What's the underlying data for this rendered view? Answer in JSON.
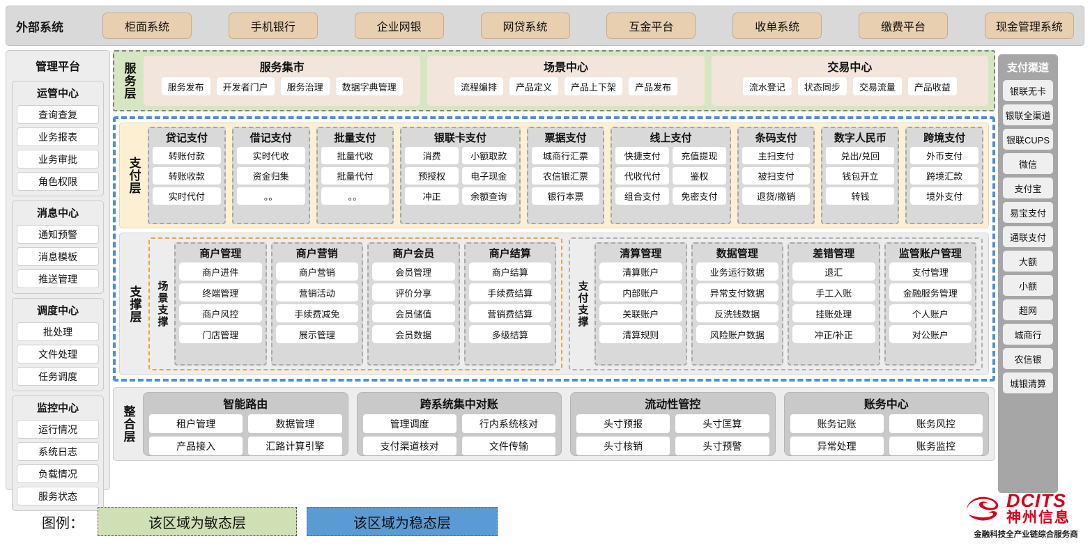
{
  "external": {
    "title": "外部系统",
    "items": [
      "柜面系统",
      "手机银行",
      "企业网银",
      "网贷系统",
      "互金平台",
      "收单系统",
      "缴费平台",
      "现金管理系统"
    ]
  },
  "admin": {
    "title": "管理平台",
    "groups": [
      {
        "title": "运管中心",
        "items": [
          "查询查复",
          "业务报表",
          "业务审批",
          "角色权限"
        ]
      },
      {
        "title": "消息中心",
        "items": [
          "通知预警",
          "消息模板",
          "推送管理"
        ]
      },
      {
        "title": "调度中心",
        "items": [
          "批处理",
          "文件处理",
          "任务调度"
        ]
      },
      {
        "title": "监控中心",
        "items": [
          "运行情况",
          "系统日志",
          "负载情况",
          "服务状态"
        ]
      }
    ]
  },
  "channels": {
    "title": "支付渠道",
    "items": [
      "银联无卡",
      "银联全渠道",
      "银联CUPS",
      "微信",
      "支付宝",
      "易宝支付",
      "通联支付",
      "大额",
      "小额",
      "超网",
      "城商行",
      "农信银",
      "城银清算"
    ]
  },
  "service_layer": {
    "label": "服务层",
    "groups": [
      {
        "title": "服务集市",
        "items": [
          "服务发布",
          "开发者门户",
          "服务治理",
          "数据字典管理"
        ]
      },
      {
        "title": "场景中心",
        "items": [
          "流程编排",
          "产品定义",
          "产品上下架",
          "产品发布"
        ]
      },
      {
        "title": "交易中心",
        "items": [
          "流水登记",
          "状态同步",
          "交易流量",
          "产品收益"
        ]
      }
    ]
  },
  "payment_layer": {
    "label": "支付层",
    "groups": [
      {
        "title": "贷记支付",
        "cols": 1,
        "rows": [
          [
            "转账付款"
          ],
          [
            "转账收款"
          ],
          [
            "实时代付"
          ]
        ]
      },
      {
        "title": "借记支付",
        "cols": 1,
        "rows": [
          [
            "实时代收"
          ],
          [
            "资金归集"
          ],
          [
            "。。"
          ]
        ]
      },
      {
        "title": "批量支付",
        "cols": 1,
        "rows": [
          [
            "批量代收"
          ],
          [
            "批量代付"
          ],
          [
            "。。"
          ]
        ]
      },
      {
        "title": "银联卡支付",
        "cols": 2,
        "rows": [
          [
            "消费",
            "小额取款"
          ],
          [
            "预授权",
            "电子现金"
          ],
          [
            "冲正",
            "余额查询"
          ]
        ]
      },
      {
        "title": "票据支付",
        "cols": 1,
        "rows": [
          [
            "城商行汇票"
          ],
          [
            "农信银汇票"
          ],
          [
            "银行本票"
          ]
        ]
      },
      {
        "title": "线上支付",
        "cols": 2,
        "rows": [
          [
            "快捷支付",
            "充值提现"
          ],
          [
            "代收代付",
            "鉴权"
          ],
          [
            "组合支付",
            "免密支付"
          ]
        ]
      },
      {
        "title": "条码支付",
        "cols": 1,
        "rows": [
          [
            "主扫支付"
          ],
          [
            "被扫支付"
          ],
          [
            "退货/撤销"
          ]
        ]
      },
      {
        "title": "数字人民币",
        "cols": 1,
        "rows": [
          [
            "兑出/兑回"
          ],
          [
            "钱包开立"
          ],
          [
            "转钱"
          ]
        ]
      },
      {
        "title": "跨境支付",
        "cols": 1,
        "rows": [
          [
            "外币支付"
          ],
          [
            "跨境汇款"
          ],
          [
            "境外支付"
          ]
        ]
      }
    ]
  },
  "support_layer": {
    "label": "支撑层",
    "halves": [
      {
        "label": "场景支撑",
        "style": "scene",
        "groups": [
          {
            "title": "商户管理",
            "items": [
              "商户进件",
              "终端管理",
              "商户风控",
              "门店管理"
            ]
          },
          {
            "title": "商户营销",
            "items": [
              "商户营销",
              "营销活动",
              "手续费减免",
              "展示管理"
            ]
          },
          {
            "title": "商户会员",
            "items": [
              "会员管理",
              "评价分享",
              "会员储值",
              "会员数据"
            ]
          },
          {
            "title": "商户结算",
            "items": [
              "商户结算",
              "手续费结算",
              "营销费结算",
              "多级结算"
            ]
          }
        ]
      },
      {
        "label": "支付支撑",
        "style": "paysup",
        "groups": [
          {
            "title": "清算管理",
            "items": [
              "清算账户",
              "内部账户",
              "关联账户",
              "清算规则"
            ]
          },
          {
            "title": "数据管理",
            "items": [
              "业务运行数据",
              "异常支付数据",
              "反洗钱数据",
              "风险账户数据"
            ]
          },
          {
            "title": "差错管理",
            "items": [
              "退汇",
              "手工入账",
              "挂账处理",
              "冲正/补正"
            ]
          },
          {
            "title": "监管账户管理",
            "items": [
              "支付管理",
              "金融服务管理",
              "个人账户",
              "对公账户"
            ]
          }
        ]
      }
    ]
  },
  "integration_layer": {
    "label": "整合层",
    "groups": [
      {
        "title": "智能路由",
        "rows": [
          [
            "租户管理",
            "数据管理"
          ],
          [
            "产品接入",
            "汇路计算引擎"
          ]
        ]
      },
      {
        "title": "跨系统集中对账",
        "rows": [
          [
            "管理调度",
            "行内系统核对"
          ],
          [
            "支付渠道核对",
            "文件传输"
          ]
        ]
      },
      {
        "title": "流动性管控",
        "rows": [
          [
            "头寸预报",
            "头寸匡算"
          ],
          [
            "头寸核销",
            "头寸预警"
          ]
        ]
      },
      {
        "title": "账务中心",
        "rows": [
          [
            "账务记账",
            "账务风控"
          ],
          [
            "异常处理",
            "账务监控"
          ]
        ]
      }
    ]
  },
  "legend": {
    "label": "图例：",
    "agile": "该区域为敏态层",
    "stable": "该区域为稳态层",
    "agile_color": "#cfe0b4",
    "stable_color": "#5b9bd5"
  },
  "logo": {
    "brand_en": "DCITS",
    "brand_cn": "神州信息",
    "tagline": "金融科技全产业链综合服务商",
    "color": "#d4001c"
  }
}
